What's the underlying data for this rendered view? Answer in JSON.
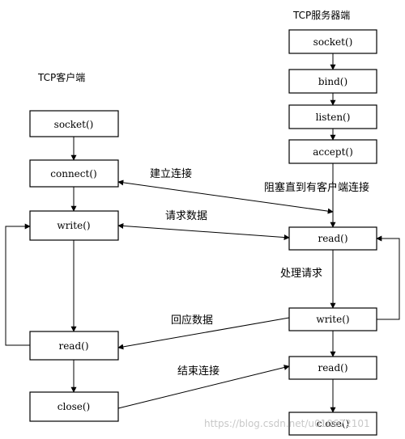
{
  "client": {
    "title": "TCP客户端",
    "socket": "socket()",
    "connect": "connect()",
    "write": "write()",
    "read": "read()",
    "close": "close()"
  },
  "server": {
    "title": "TCP服务器端",
    "socket": "socket()",
    "bind": "bind()",
    "listen": "listen()",
    "accept": "accept()",
    "read": "read()",
    "write": "write()",
    "read2": "read()",
    "close": "close()"
  },
  "labels": {
    "establish": "建立连接",
    "block": "阻塞直到有客户端连接",
    "request_data": "请求数据",
    "process": "处理请求",
    "reply_data": "回应数据",
    "end_conn": "结束连接"
  },
  "watermark": "https://blog.csdn.net/u010672101"
}
